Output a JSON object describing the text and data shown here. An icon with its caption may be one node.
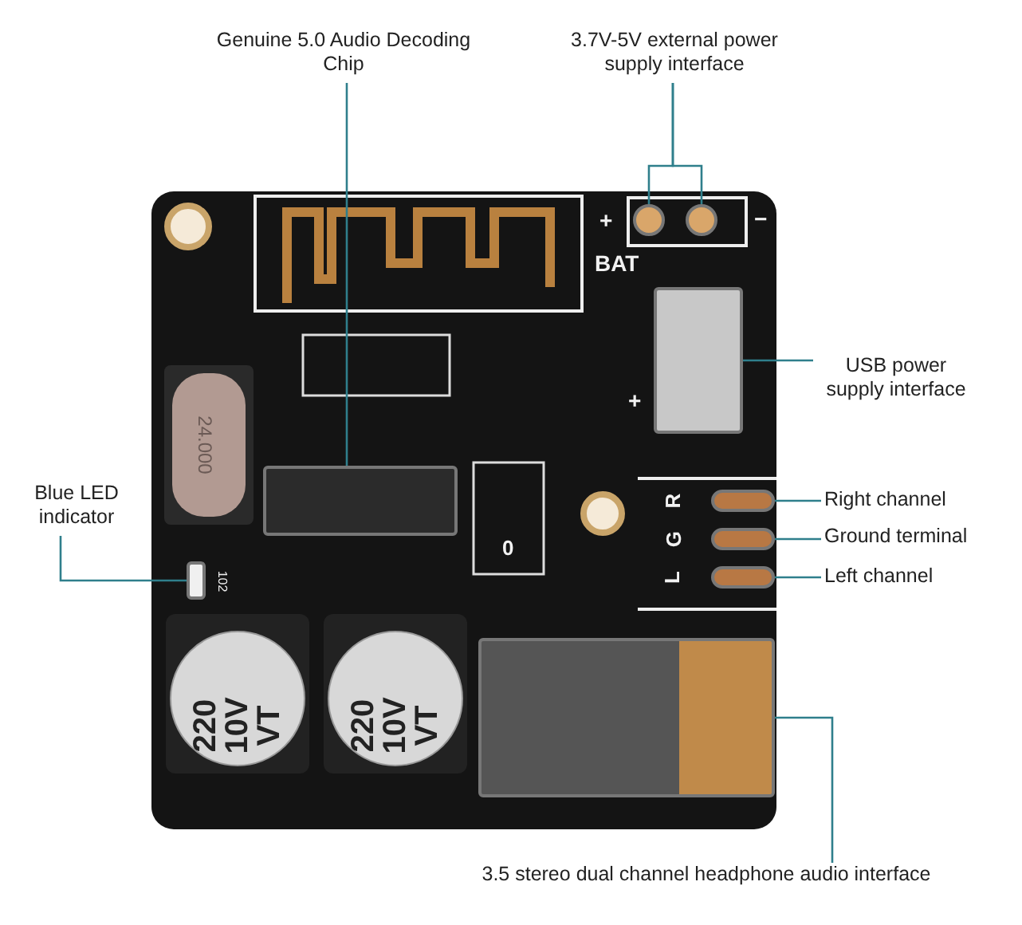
{
  "diagram": {
    "nodes": [
      {
        "text": [
          "Genuine 5.0 Audio Decoding Chip"
        ]
      },
      {
        "text": [
          "3.7V-5V external power supply interface"
        ]
      },
      {
        "text": [
          "USB power supply interface"
        ]
      },
      {
        "text": [
          "Right channel"
        ]
      },
      {
        "text": [
          "Ground terminal"
        ]
      },
      {
        "text": [
          "Left channel"
        ]
      },
      {
        "text": [
          "Blue LED indicator"
        ]
      },
      {
        "text": [
          "3.5 stereo dual channel headphone audio interface"
        ]
      },
      {
        "text": [],
        "shape": "box"
      },
      {
        "text": [],
        "shape": "circle"
      },
      {
        "text": [],
        "shape": "circle"
      },
      {
        "text": [],
        "shape": "box",
        "beside": [
          "+"
        ]
      },
      {
        "text": [],
        "shape": "bar"
      },
      {
        "text": [],
        "shape": "bar"
      },
      {
        "text": [],
        "shape": "bar"
      },
      {
        "text": [],
        "shape": "box"
      },
      {
        "text": [],
        "shape": "box"
      }
    ],
    "edges": [
      {
        "from": 0,
        "to": 8,
        "arrow": "none"
      },
      {
        "from": 1,
        "to": 9,
        "arrow": "none"
      },
      {
        "from": 1,
        "to": 10,
        "arrow": "none"
      },
      {
        "from": 2,
        "to": 11,
        "arrow": "none"
      },
      {
        "from": 3,
        "to": 12,
        "arrow": "none"
      },
      {
        "from": 4,
        "to": 13,
        "arrow": "none"
      },
      {
        "from": 5,
        "to": 14,
        "arrow": "none"
      },
      {
        "from": 6,
        "to": 15,
        "arrow": "none"
      },
      {
        "from": 7,
        "to": 16,
        "arrow": "none"
      }
    ],
    "labels": [
      "+",
      "−",
      "BAT",
      "24.000",
      "R",
      "G",
      "L",
      "0",
      "102",
      "220 10V VT",
      "220 10V VT"
    ]
  }
}
